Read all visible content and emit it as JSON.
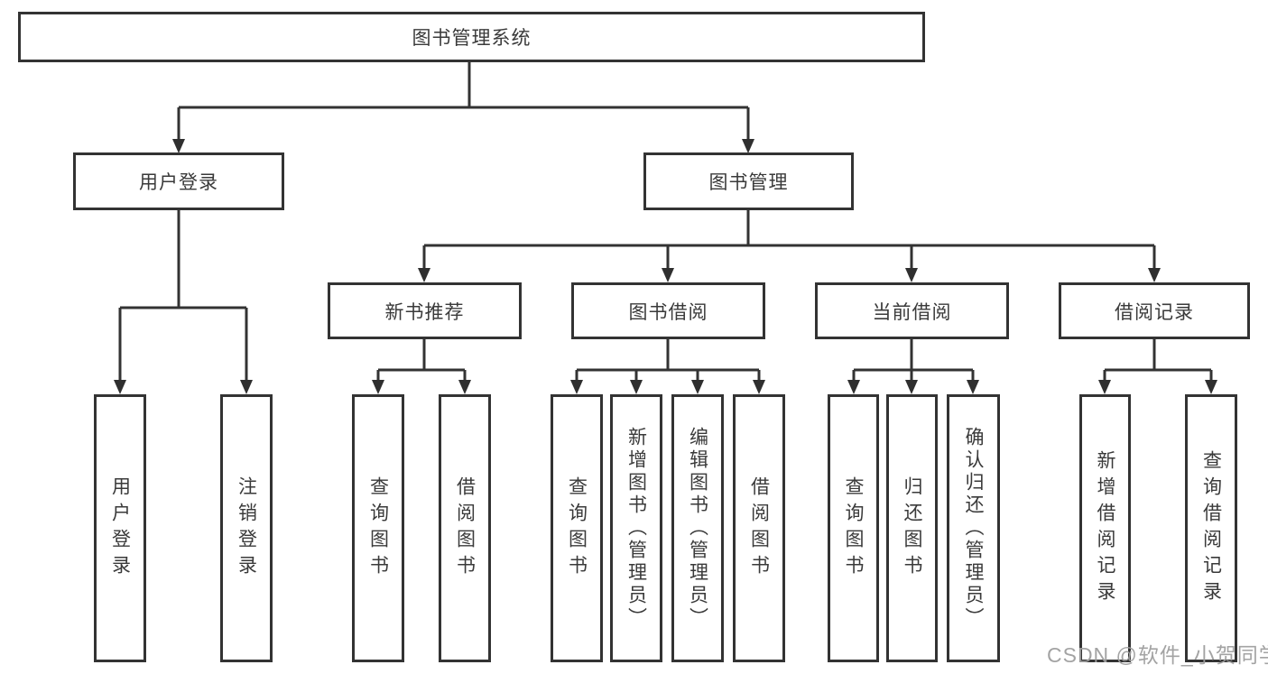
{
  "diagram": {
    "type": "tree",
    "tree": {
      "root": {
        "label": "图书管理系统",
        "children": [
          {
            "label": "用户登录",
            "children": [
              {
                "label": "用户登录"
              },
              {
                "label": "注销登录"
              }
            ]
          },
          {
            "label": "图书管理",
            "children": [
              {
                "label": "新书推荐",
                "children": [
                  {
                    "label": "查询图书"
                  },
                  {
                    "label": "借阅图书"
                  }
                ]
              },
              {
                "label": "图书借阅",
                "children": [
                  {
                    "label": "查询图书"
                  },
                  {
                    "label": "新增图书（管理员）"
                  },
                  {
                    "label": "编辑图书（管理员）"
                  },
                  {
                    "label": "借阅图书"
                  }
                ]
              },
              {
                "label": "当前借阅",
                "children": [
                  {
                    "label": "查询图书"
                  },
                  {
                    "label": "归还图书"
                  },
                  {
                    "label": "确认归还（管理员）"
                  }
                ]
              },
              {
                "label": "借阅记录",
                "children": [
                  {
                    "label": "新增借阅记录"
                  },
                  {
                    "label": "查询借阅记录"
                  }
                ]
              }
            ]
          }
        ]
      }
    },
    "colors": {
      "line": "#333333",
      "border": "#333333",
      "text": "#3a3a3a",
      "background": "#ffffff",
      "watermark": "#9e9e9e"
    }
  },
  "watermark": {
    "text": "CSDN @软件_小贺同学"
  }
}
